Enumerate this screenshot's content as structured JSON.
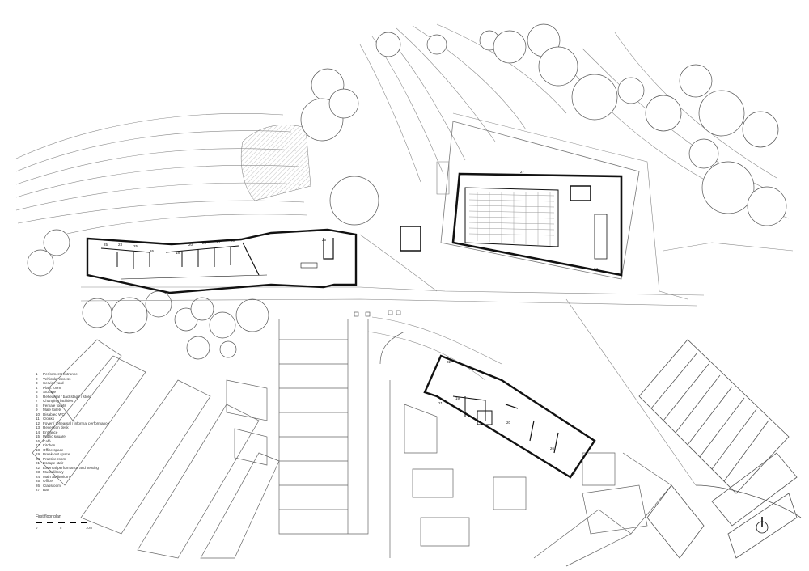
{
  "legend": {
    "items": [
      {
        "num": "1",
        "label": "Performers' entrance"
      },
      {
        "num": "2",
        "label": "Vehicular access"
      },
      {
        "num": "3",
        "label": "Service yard"
      },
      {
        "num": "4",
        "label": "Plant room"
      },
      {
        "num": "5",
        "label": "Storage"
      },
      {
        "num": "6",
        "label": "Rehearsal / backstage / store"
      },
      {
        "num": "7",
        "label": "Changing facilities"
      },
      {
        "num": "8",
        "label": "Female toilets"
      },
      {
        "num": "9",
        "label": "Male toilets"
      },
      {
        "num": "10",
        "label": "Disabled WC"
      },
      {
        "num": "11",
        "label": "Cloaks"
      },
      {
        "num": "12",
        "label": "Foyer / rehearsal / informal performance"
      },
      {
        "num": "13",
        "label": "Reception desk"
      },
      {
        "num": "14",
        "label": "Entrance"
      },
      {
        "num": "15",
        "label": "Public square"
      },
      {
        "num": "16",
        "label": "Café"
      },
      {
        "num": "17",
        "label": "Kitchen"
      },
      {
        "num": "18",
        "label": "Office space"
      },
      {
        "num": "19",
        "label": "Break-out space"
      },
      {
        "num": "20",
        "label": "Practice room"
      },
      {
        "num": "21",
        "label": "Escape stair"
      },
      {
        "num": "22",
        "label": "External performance and seating"
      },
      {
        "num": "23",
        "label": "Music library"
      },
      {
        "num": "24",
        "label": "Main auditorium"
      },
      {
        "num": "25",
        "label": "Office"
      },
      {
        "num": "26",
        "label": "Classroom"
      },
      {
        "num": "27",
        "label": "Bar"
      }
    ]
  },
  "floor_label": "First floor plan",
  "scale": {
    "labels": [
      "0",
      "5",
      "10m"
    ]
  },
  "room_tags": {
    "bar": "27",
    "auditorium": "24",
    "music_library": "23",
    "office_a": "25",
    "office_b": "25",
    "classroom_a": "26",
    "classroom_b": "26",
    "practice_a": "20",
    "practice_b": "20",
    "practice_c": "20",
    "practice_d": "20",
    "office_c": "25",
    "tag_18": "18",
    "tag_19": "19",
    "tag_20": "20",
    "tag_21": "21",
    "tag_22": "22",
    "tag_25b": "25"
  }
}
